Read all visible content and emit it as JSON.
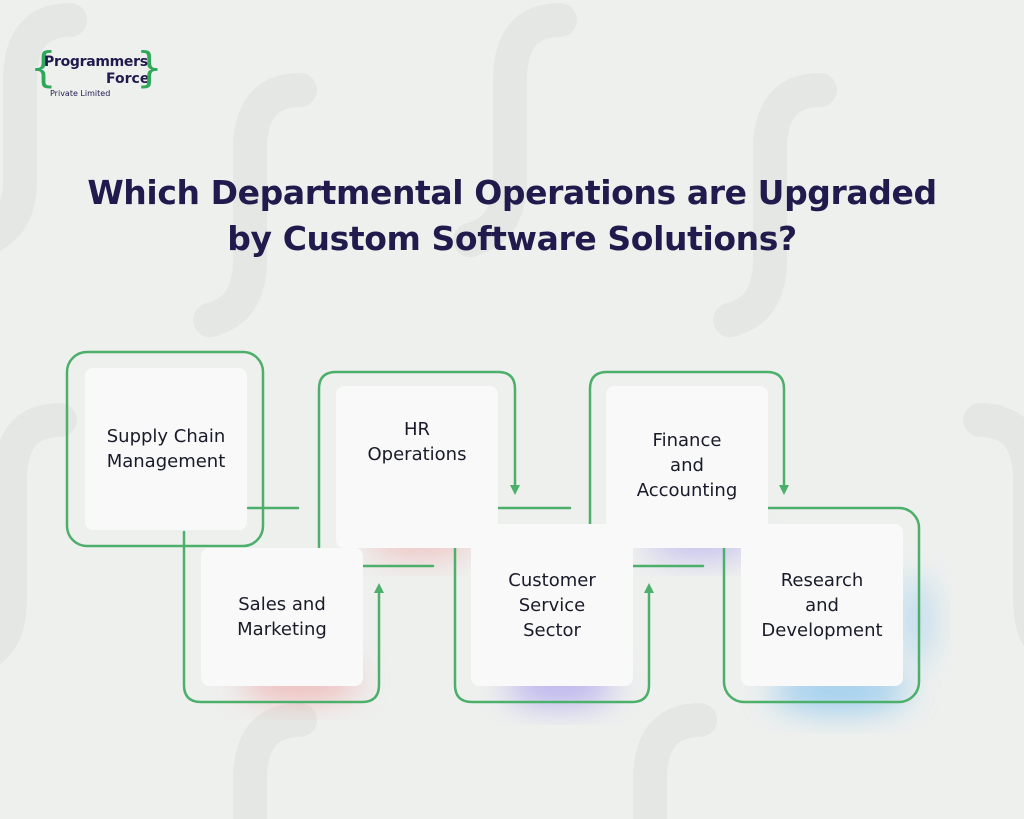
{
  "logo": {
    "line1": "Programmers",
    "line2": "Force",
    "line3": "Private Limited"
  },
  "title": {
    "line1": "Which Departmental Operations are Upgraded",
    "line2": "by Custom Software Solutions?"
  },
  "colors": {
    "accent": "#4caf6a",
    "title": "#1f1b4d",
    "background": "#eef0ee",
    "card": "#f8f9f8",
    "glow_red": "#f08a8a",
    "glow_purple": "#8a7cf0",
    "glow_blue": "#6ab8f0"
  },
  "departments": [
    {
      "label": "Supply Chain\nManagement"
    },
    {
      "label": "Sales and\nMarketing"
    },
    {
      "label": "HR\nOperations"
    },
    {
      "label": "Customer\nService\nSector"
    },
    {
      "label": "Finance\nand\nAccounting"
    },
    {
      "label": "Research\nand\nDevelopment"
    }
  ]
}
